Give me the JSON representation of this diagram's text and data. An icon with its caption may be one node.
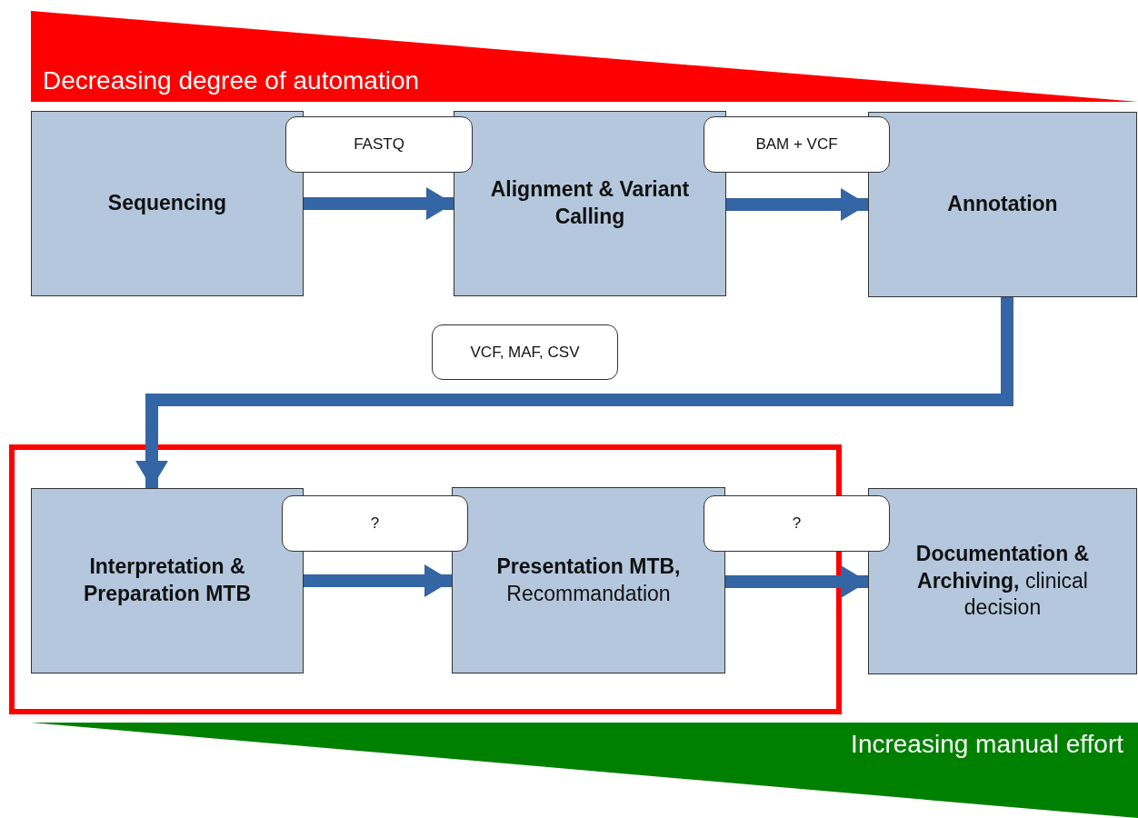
{
  "diagram": {
    "nodes": [
      {
        "text": [
          "Sequencing"
        ]
      },
      {
        "text": [
          "Alignment & Variant Calling"
        ]
      },
      {
        "text": [
          "Annotation"
        ]
      },
      {
        "text": [],
        "shape": "box"
      },
      {
        "text": [
          "Interpretation & Preparation MTB"
        ],
        "in": 3
      },
      {
        "text": [
          "**Presentation MTB,** Recommandation"
        ],
        "in": 3
      },
      {
        "text": [
          "**Documentation & Archiving,** clinical decision"
        ]
      }
    ],
    "edges": [
      {
        "from": 0,
        "to": 1,
        "arrow": "to",
        "label": "FASTQ"
      },
      {
        "from": 1,
        "to": 2,
        "arrow": "to",
        "label": "BAM + VCF"
      },
      {
        "from": 2,
        "to": 4,
        "arrow": "to",
        "label": "VCF, MAF, CSV"
      },
      {
        "from": 4,
        "to": 5,
        "arrow": "to",
        "label": "?"
      },
      {
        "from": 5,
        "to": 6,
        "arrow": "to",
        "label": "?"
      }
    ],
    "labels": [
      "Decreasing degree of automation",
      "Increasing manual effort"
    ]
  }
}
